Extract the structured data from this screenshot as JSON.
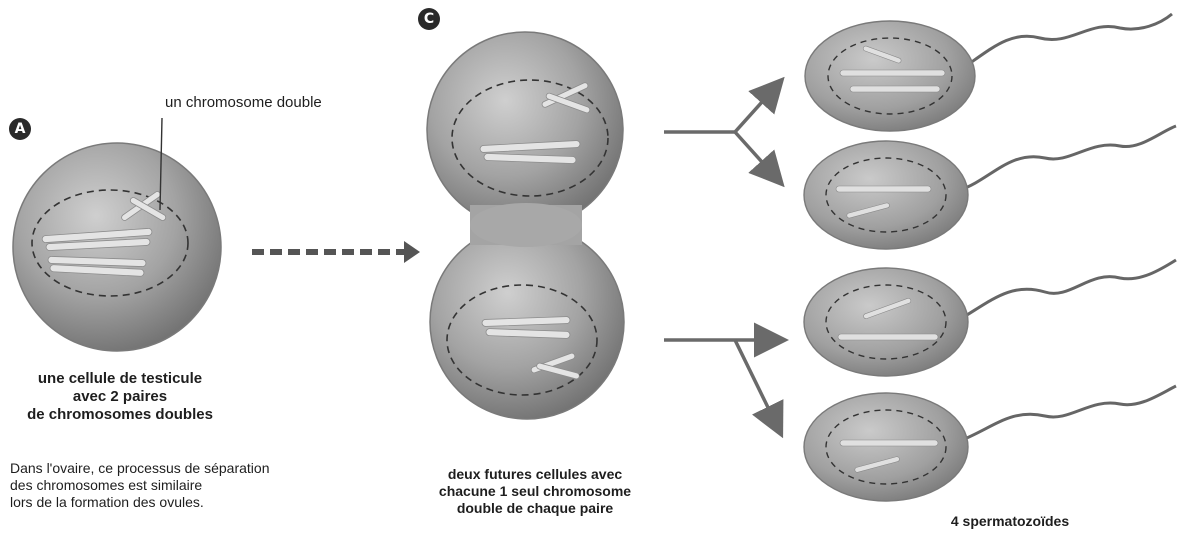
{
  "labels": {
    "badge_a": "A",
    "badge_c": "C",
    "chromosome_label": "un chromosome double",
    "cell_a_caption": [
      "une cellule de testicule",
      "avec 2 paires",
      "de chromosomes doubles"
    ],
    "ovary_note": [
      "Dans l'ovaire, ce processus de séparation",
      "des chromosomes est similaire",
      "lors de la formation des ovules."
    ],
    "cell_c_caption": [
      "deux futures cellules avec",
      "chacune 1 seul chromosome",
      "double de chaque paire"
    ],
    "sperm_caption": "4 spermatozoïdes"
  },
  "colors": {
    "cell_fill": "#a8a8a8",
    "cell_shadow": "#6e6e6e",
    "chromosome": "#e6e6e6",
    "arrow": "#6a6a6a",
    "dashed_arrow": "#555555"
  }
}
